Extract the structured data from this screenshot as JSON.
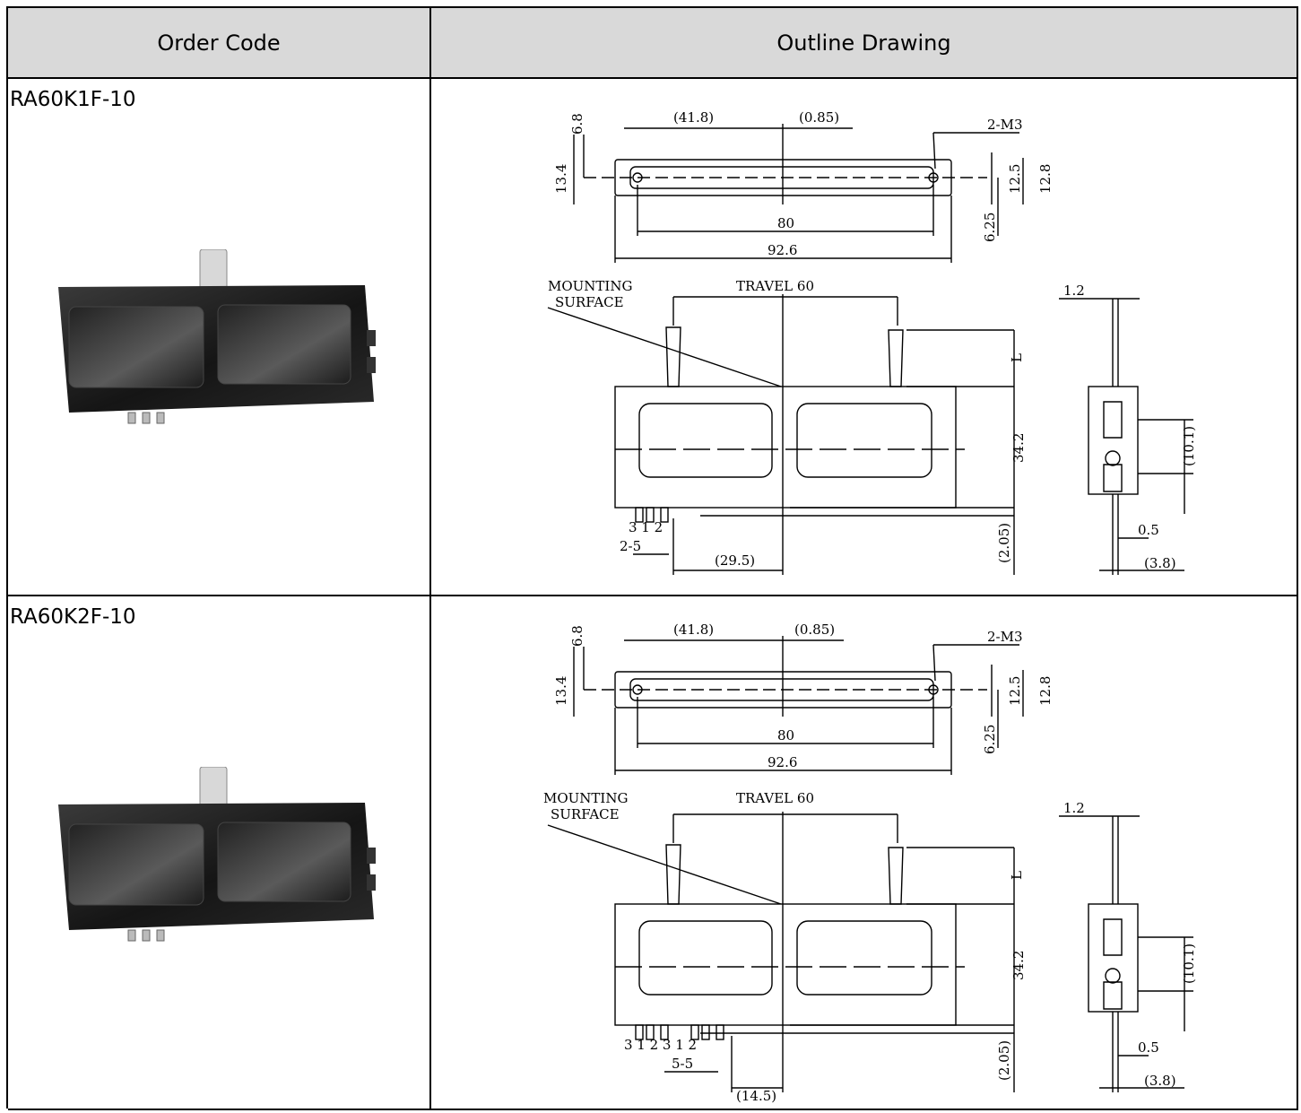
{
  "table": {
    "headers": {
      "order_code": "Order Code",
      "outline_drawing": "Outline Drawing"
    },
    "rows": [
      {
        "order_code": "RA60K1F-10",
        "dims": {
          "d41_8": "(41.8)",
          "d0_85": "(0.85)",
          "m3": "2-M3",
          "d6_8": "6.8",
          "d13_4": "13.4",
          "d12_5": "12.5",
          "d12_8": "12.8",
          "d80": "80",
          "d92_6": "92.6",
          "d6_25": "6.25",
          "mount1": "MOUNTING",
          "mount2": "SURFACE",
          "travel": "TRAVEL  60",
          "L": "L",
          "d34_2": "34.2",
          "d2_05": "(2.05)",
          "d29_5": "(29.5)",
          "pins": "3  1  2",
          "pitch": "2-5",
          "d1_2": "1.2",
          "d10_1": "(10.1)",
          "d0_5": "0.5",
          "d3_8": "(3.8)"
        }
      },
      {
        "order_code": "RA60K2F-10",
        "dims": {
          "d41_8": "(41.8)",
          "d0_85": "(0.85)",
          "m3": "2-M3",
          "d6_8": "6.8",
          "d13_4": "13.4",
          "d12_5": "12.5",
          "d12_8": "12.8",
          "d80": "80",
          "d92_6": "92.6",
          "d6_25": "6.25",
          "mount1": "MOUNTING",
          "mount2": "SURFACE",
          "travel": "TRAVEL  60",
          "L": "L",
          "d34_2": "34.2",
          "d2_05": "(2.05)",
          "d29_5": "(14.5)",
          "pins": "3  1  2  3  1  2",
          "pitch": "5-5",
          "d1_2": "1.2",
          "d10_1": "(10.1)",
          "d0_5": "0.5",
          "d3_8": "(3.8)"
        }
      }
    ]
  }
}
